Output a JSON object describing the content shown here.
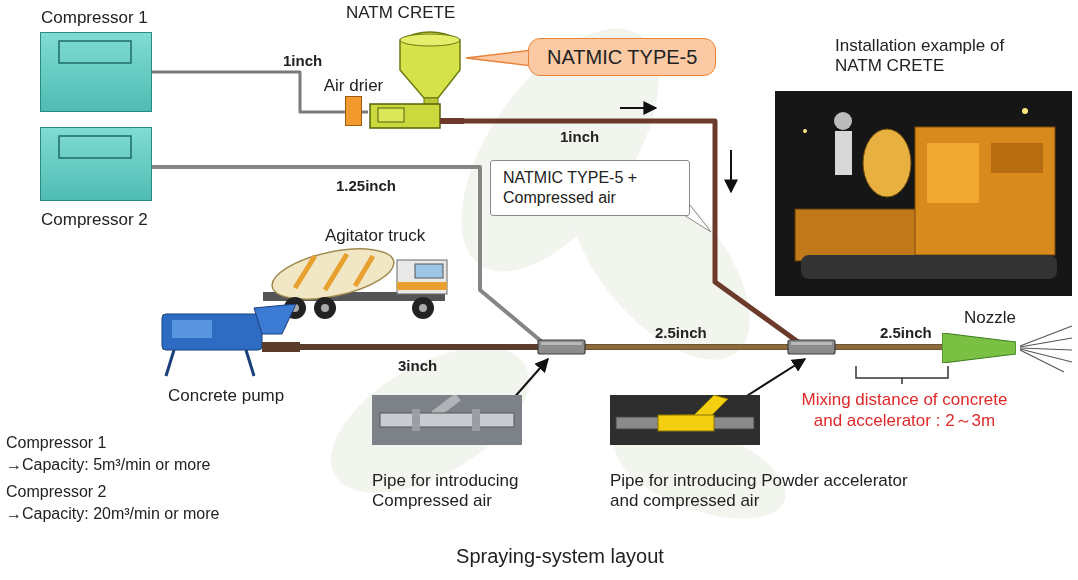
{
  "diagram": {
    "caption": "Spraying-system layout",
    "nodes": [
      {
        "text": [
          "Compressor 1"
        ]
      },
      {
        "text": [
          "NATM CRETE"
        ]
      },
      {
        "text": [
          "NATMIC TYPE-5"
        ]
      },
      {
        "text": [
          "Installation example of NATM CRETE"
        ]
      },
      {
        "text": [
          "Air drier"
        ]
      },
      {
        "text": [
          "Compressor 2"
        ]
      },
      {
        "text": [
          "NATMIC TYPE-5 + Compressed air"
        ]
      },
      {
        "text": [
          "Agitator truck"
        ]
      },
      {
        "text": [
          "Concrete pump"
        ]
      },
      {
        "text": [
          "Nozzle"
        ]
      },
      {
        "text": [
          "Pipe for introducing Compressed air"
        ]
      },
      {
        "text": [
          "Pipe for introducing Powder accelerator and compressed air"
        ]
      }
    ],
    "edges": [
      {
        "from": 0,
        "to": 4,
        "arrow": "none",
        "label": "1inch"
      },
      {
        "from": 4,
        "to": 1,
        "arrow": "none"
      },
      {
        "from": 1,
        "to": 9,
        "arrow": "none",
        "label": "1inch"
      },
      {
        "from": 5,
        "to": 9,
        "arrow": "none",
        "label": "1.25inch"
      },
      {
        "from": 8,
        "to": 9,
        "arrow": "none",
        "label": "3inch"
      }
    ],
    "labels": [
      "2.5inch",
      "2.5inch",
      "Mixing distance of concrete and accelerator : 2～3m",
      "Compressor 1",
      "→Capacity: 5m³/min or more",
      "Compressor 2",
      "→Capacity: 20m³/min or more"
    ]
  }
}
